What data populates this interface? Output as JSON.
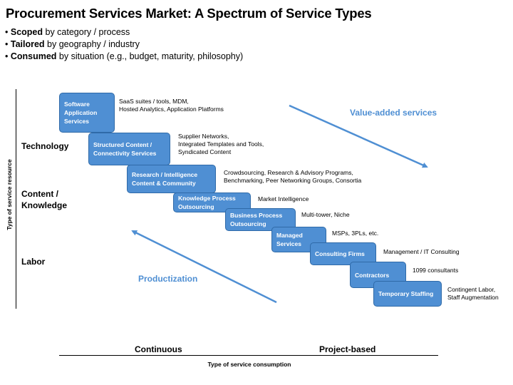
{
  "title": "Procurement Services Market:  A Spectrum of Service Types",
  "bullets": [
    {
      "bold": "Scoped",
      "rest": " by category / process"
    },
    {
      "bold": "Tailored",
      "rest": " by geography / industry"
    },
    {
      "bold": "Consumed",
      "rest": " by situation (e.g., budget, maturity, philosophy)"
    }
  ],
  "y_axis_title": "Type of service resource",
  "y_categories": {
    "technology": "Technology",
    "content": "Content /\nKnowledge",
    "labor": "Labor"
  },
  "x_axis_title": "Type of service consumption",
  "x_categories": {
    "left": "Continuous",
    "right": "Project-based"
  },
  "arrows": {
    "value_added": "Value-added services",
    "productization": "Productization"
  },
  "colors": {
    "box_fill": "#4f8fd3",
    "box_border": "#2f6aa8",
    "arrow": "#4f8fd3"
  },
  "services": [
    {
      "label": "Software\nApplication\nServices",
      "desc": "SaaS suites / tools, MDM,\nHosted Analytics, Application Platforms"
    },
    {
      "label": "Structured Content /\nConnectivity Services",
      "desc": "Supplier Networks,\nIntegrated Templates and Tools,\nSyndicated Content"
    },
    {
      "label": "Research / Intelligence\nContent & Community",
      "desc": "Crowdsourcing, Research & Advisory Programs,\nBenchmarking, Peer Networking Groups, Consortia"
    },
    {
      "label": "Knowledge Process\nOutsourcing",
      "desc": "Market Intelligence"
    },
    {
      "label": "Business Process\nOutsourcing",
      "desc": "Multi-tower, Niche"
    },
    {
      "label": "Managed\nServices",
      "desc": "MSPs, 3PLs, etc."
    },
    {
      "label": "Consulting Firms",
      "desc": "Management / IT Consulting"
    },
    {
      "label": "Contractors",
      "desc": "1099 consultants"
    },
    {
      "label": "Temporary Staffing",
      "desc": "Contingent Labor,\nStaff Augmentation"
    }
  ]
}
